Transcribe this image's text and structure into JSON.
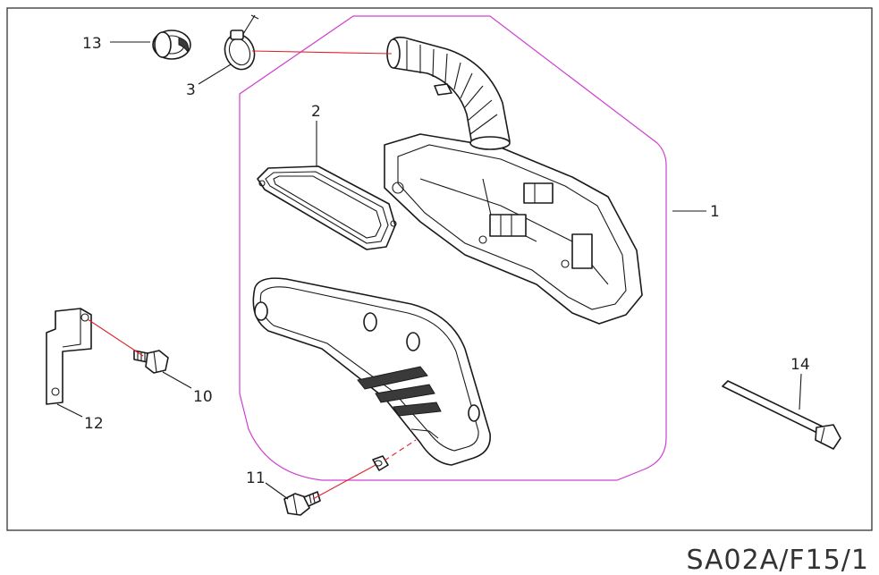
{
  "diagram": {
    "code": "SA02A/F15/1",
    "callouts": [
      {
        "id": "1",
        "label": "1"
      },
      {
        "id": "2",
        "label": "2"
      },
      {
        "id": "3",
        "label": "3"
      },
      {
        "id": "10",
        "label": "10"
      },
      {
        "id": "11",
        "label": "11"
      },
      {
        "id": "12",
        "label": "12"
      },
      {
        "id": "13",
        "label": "13"
      },
      {
        "id": "14",
        "label": "14"
      }
    ]
  },
  "colors": {
    "frame": "#333333",
    "assembly_outline": "#d040d0",
    "alignment_line": "#e0202a"
  }
}
